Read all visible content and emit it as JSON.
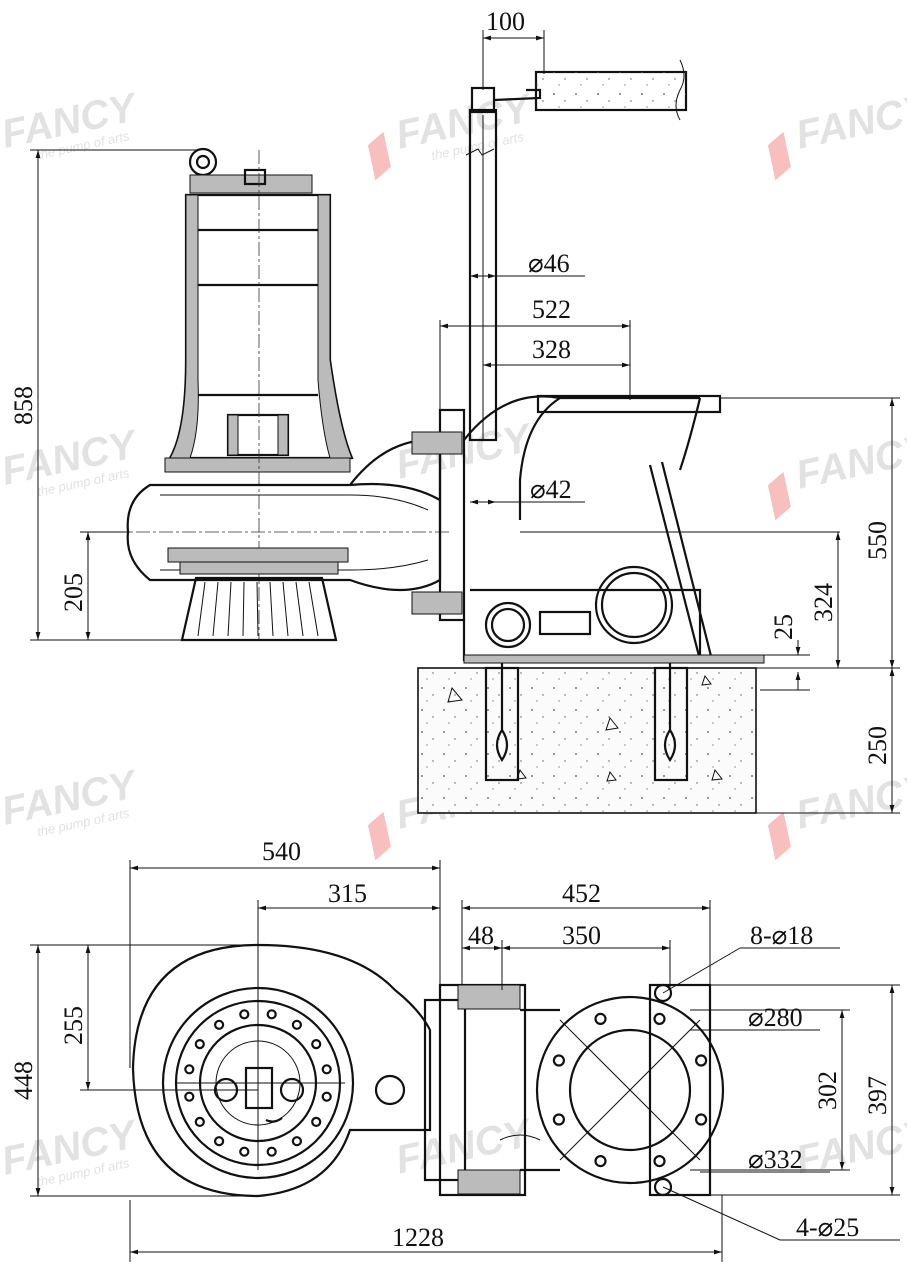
{
  "watermark": {
    "brand": "FANCY",
    "tagline": "the pump of arts",
    "color": "#e2e2e2",
    "accent": "#f28a8a"
  },
  "side_view": {
    "width_100": "100",
    "dia_46": "⌀46",
    "width_522": "522",
    "width_328": "328",
    "dia_42": "⌀42",
    "height_858": "858",
    "height_205": "205",
    "height_550": "550",
    "height_324": "324",
    "height_25": "25",
    "height_250": "250"
  },
  "top_view": {
    "width_540": "540",
    "width_315": "315",
    "width_452": "452",
    "width_48": "48",
    "width_350": "350",
    "holes_8_18": "8-⌀18",
    "dia_280": "⌀280",
    "dia_332": "⌀332",
    "height_302": "302",
    "height_397": "397",
    "height_255": "255",
    "height_448": "448",
    "width_1228": "1228",
    "holes_4_25": "4-⌀25"
  }
}
